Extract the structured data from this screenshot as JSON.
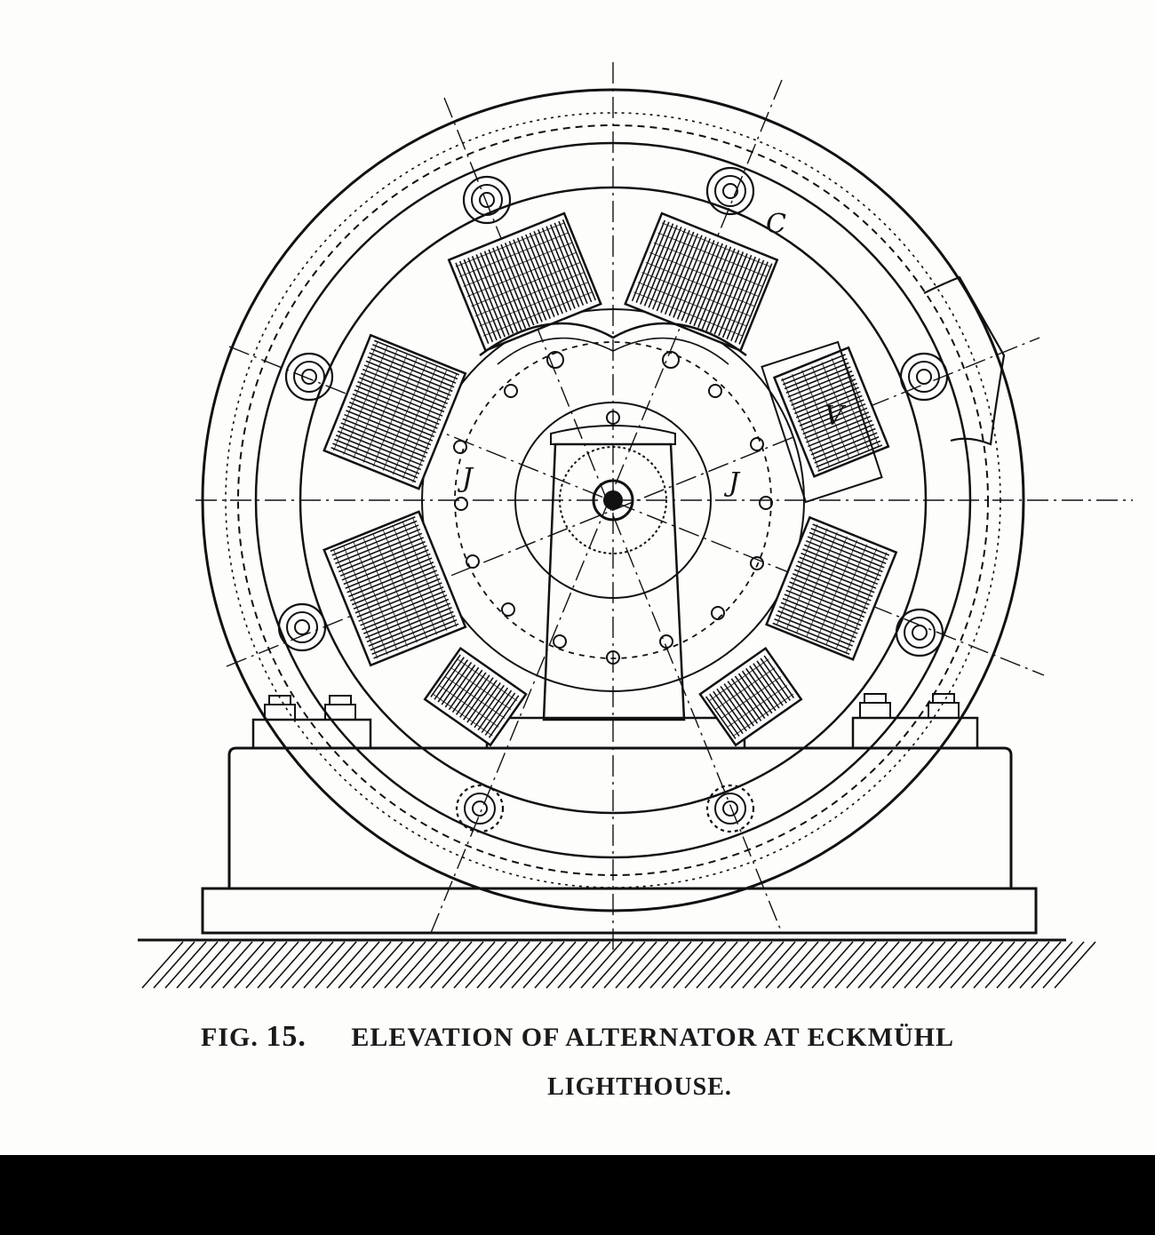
{
  "caption": {
    "figure_label": "FIG.",
    "figure_number": "15.",
    "line1": "ELEVATION OF ALTERNATOR AT ECKMÜHL",
    "line2": "LIGHTHOUSE."
  },
  "letters": {
    "top_right": "C",
    "left_j": "J",
    "right_j": "J",
    "right_v": "V"
  },
  "colors": {
    "ink": "#111111",
    "paper": "#fdfdfc",
    "band": "#000000"
  }
}
